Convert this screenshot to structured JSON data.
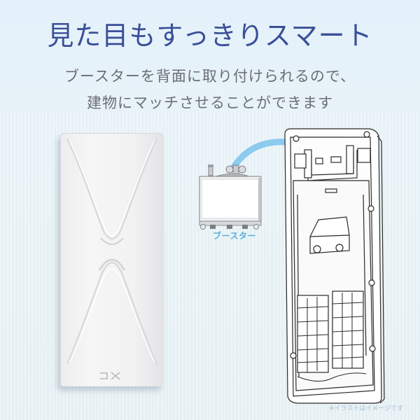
{
  "title": "見た目もすっきりスマート",
  "subtitle": {
    "line1": "ブースターを背面に取り付けられるので、",
    "line2": "建物にマッチさせることができます"
  },
  "antenna": {
    "logo_text": "DX"
  },
  "booster": {
    "label": "ブースター"
  },
  "note": "※イラストはイメージです",
  "colors": {
    "title": "#3a4f99",
    "subtitle": "#6b6e72",
    "booster_label": "#5ab0dc",
    "arrow": "#8ccbed",
    "note": "#9fbfd6"
  }
}
